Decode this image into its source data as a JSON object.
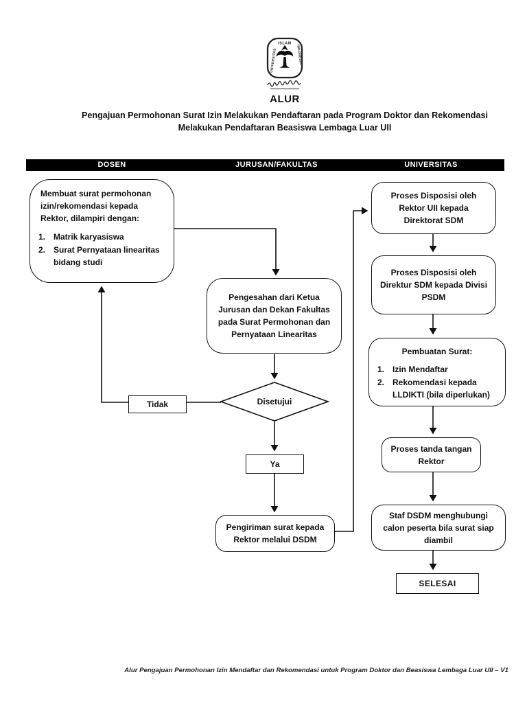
{
  "header": {
    "logo": {
      "top_text": "ISLAM",
      "left_text": "UNIVERSITAS",
      "right_text": "INDONESIA"
    },
    "title": "ALUR",
    "subtitle_line1": "Pengajuan Permohonan Surat Izin Melakukan Pendaftaran pada Program Doktor dan Rekomendasi",
    "subtitle_line2": "Melakukan Pendaftaran Beasiswa Lembaga Luar UII"
  },
  "lanes": {
    "dosen": "DOSEN",
    "jurusan": "JURUSAN/FAKULTAS",
    "universitas": "UNIVERSITAS"
  },
  "flow": {
    "membuat_surat": {
      "intro": "Membuat surat permohonan izin/rekomendasi kepada Rektor, dilampiri dengan:",
      "item1_num": "1.",
      "item1": "Matrik karyasiswa",
      "item2_num": "2.",
      "item2": "Surat Pernyataan linearitas bidang studi"
    },
    "pengesahan": "Pengesahan dari Ketua Jurusan dan Dekan Fakultas pada Surat Permohonan dan Pernyataan Linearitas",
    "disetujui": "Disetujui",
    "tidak": "Tidak",
    "ya": "Ya",
    "pengiriman": "Pengiriman surat kepada Rektor melalui DSDM",
    "disposisi_rektor": "Proses Disposisi oleh Rektor UII kepada Direktorat SDM",
    "disposisi_direktur": "Proses Disposisi oleh Direktur SDM kepada Divisi PSDM",
    "pembuatan_surat": {
      "heading": "Pembuatan Surat:",
      "item1_num": "1.",
      "item1": "Izin Mendaftar",
      "item2_num": "2.",
      "item2": "Rekomendasi kepada LLDIKTI (bila diperlukan)"
    },
    "tanda_tangan": "Proses tanda tangan Rektor",
    "staf_dsdm": "Staf DSDM menghubungi calon peserta bila surat siap diambil",
    "selesai": "SELESAI"
  },
  "footer": {
    "caption": "Alur Pengajuan Permohonan Izin Mendaftar dan Rekomendasi untuk Program Doktor dan Beasiswa Lembaga Luar UII – V1"
  },
  "colors": {
    "ink": "#111111",
    "lane_bar": "#000000",
    "lane_text": "#ffffff",
    "background": "#ffffff"
  }
}
